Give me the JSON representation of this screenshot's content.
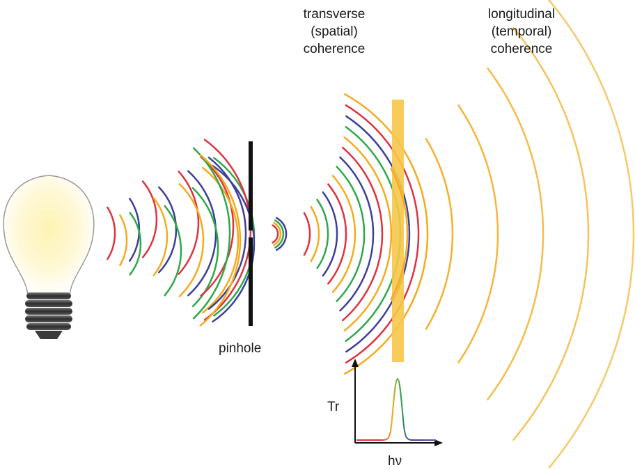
{
  "labels": {
    "transverse": [
      "transverse",
      "(spatial)",
      "coherence"
    ],
    "longitudinal": [
      "longitudinal",
      "(temporal)",
      "coherence"
    ],
    "pinhole": "pinhole",
    "tr": "Tr",
    "hv": "hν"
  },
  "colors": {
    "red": "#e0313e",
    "blue": "#3c3f9a",
    "green": "#2ea84a",
    "orange": "#f5aa1c",
    "filter": "#f7c64a",
    "bulb_glow": "#fdf3b4",
    "screw": "#4a4a4a"
  }
}
